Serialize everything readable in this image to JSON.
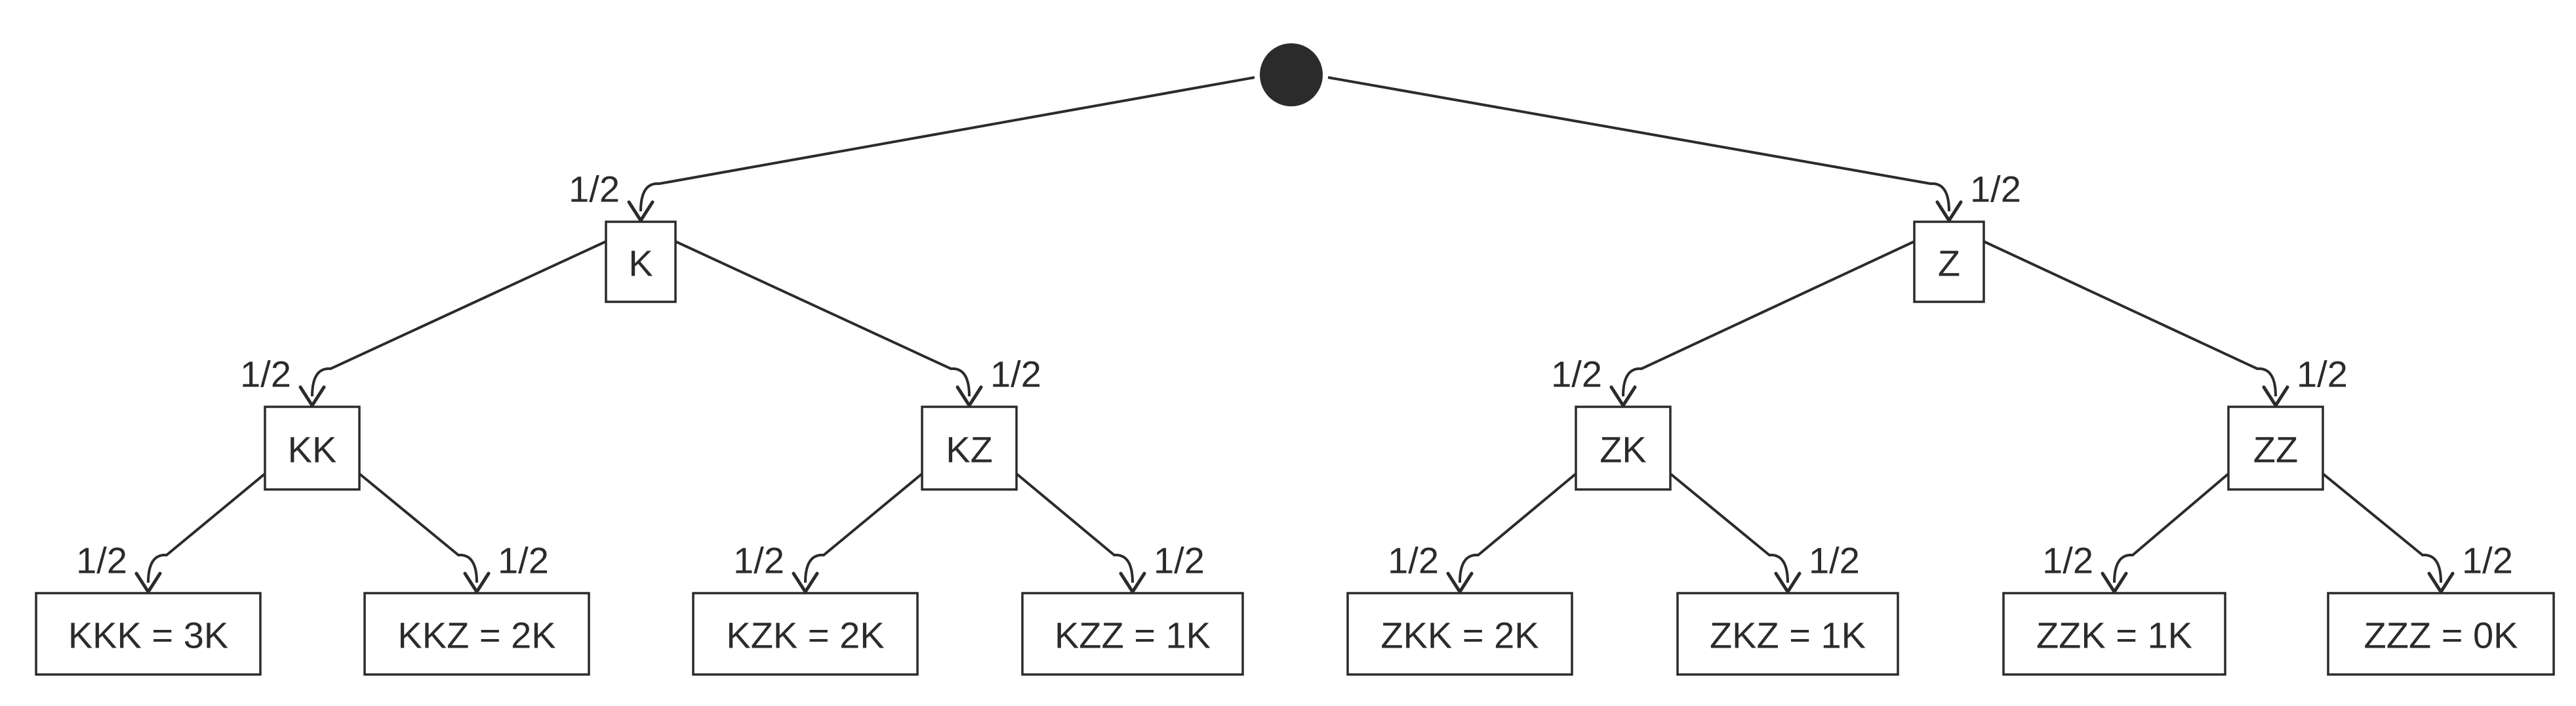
{
  "colors": {
    "stroke": "#2b2b2b",
    "background": "#ffffff",
    "root_fill": "#2b2b2b"
  },
  "tree": {
    "root": {
      "label": ""
    },
    "level1": [
      {
        "label": "K",
        "prob": "1/2"
      },
      {
        "label": "Z",
        "prob": "1/2"
      }
    ],
    "level2": [
      {
        "label": "KK",
        "prob": "1/2"
      },
      {
        "label": "KZ",
        "prob": "1/2"
      },
      {
        "label": "ZK",
        "prob": "1/2"
      },
      {
        "label": "ZZ",
        "prob": "1/2"
      }
    ],
    "level3": [
      {
        "label": "KKK = 3K",
        "prob": "1/2"
      },
      {
        "label": "KKZ = 2K",
        "prob": "1/2"
      },
      {
        "label": "KZK = 2K",
        "prob": "1/2"
      },
      {
        "label": "KZZ = 1K",
        "prob": "1/2"
      },
      {
        "label": "ZKK = 2K",
        "prob": "1/2"
      },
      {
        "label": "ZKZ = 1K",
        "prob": "1/2"
      },
      {
        "label": "ZZK = 1K",
        "prob": "1/2"
      },
      {
        "label": "ZZZ = 0K",
        "prob": "1/2"
      }
    ]
  }
}
